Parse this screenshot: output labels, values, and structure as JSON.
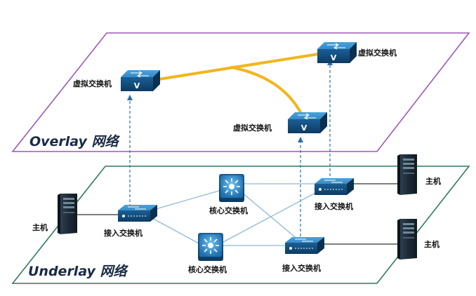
{
  "planes": {
    "overlay": {
      "label": "Overlay 网络",
      "border_color": "#9b59b6"
    },
    "underlay": {
      "label": "Underlay 网络",
      "border_color": "#2e7d5b"
    }
  },
  "labels": {
    "vswitch_left": "虚拟交换机",
    "vswitch_right": "虚拟交换机",
    "vswitch_mid": "虚拟交换机",
    "core_top": "核心交换机",
    "core_bottom": "核心交换机",
    "access_left": "接入交换机",
    "access_right_top": "接入交换机",
    "access_right_bottom": "接入交换机",
    "host_left": "主机",
    "host_right_top": "主机",
    "host_right_bottom": "主机"
  },
  "switch_badge": "V",
  "colors": {
    "overlay_tunnel": "#f2b51e",
    "device_blue": "#1f6fae",
    "device_dark": "#0d3f66",
    "link_light": "#8fb9d6",
    "vertical_dash": "#2a6fb0",
    "host_dark": "#1e2d3a"
  },
  "icons": {
    "virtual_switch": "virtual-switch-icon",
    "core_switch": "core-switch-icon",
    "access_switch": "access-switch-icon",
    "host": "server-icon"
  }
}
